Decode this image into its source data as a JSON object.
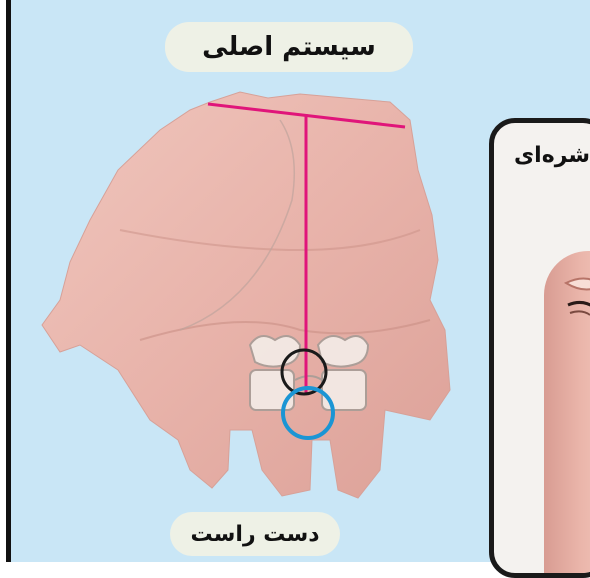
{
  "main_panel": {
    "title": "سیستم اصلی",
    "caption": "دست راست",
    "colors": {
      "background": "#c9e6f6",
      "axis_line": "#e0157a",
      "upper_circle": "#1a1a1a",
      "lower_circle": "#1b95d4",
      "skin": "#eab5ae"
    }
  },
  "side_panel": {
    "label_fragment": "شره‌ای"
  }
}
